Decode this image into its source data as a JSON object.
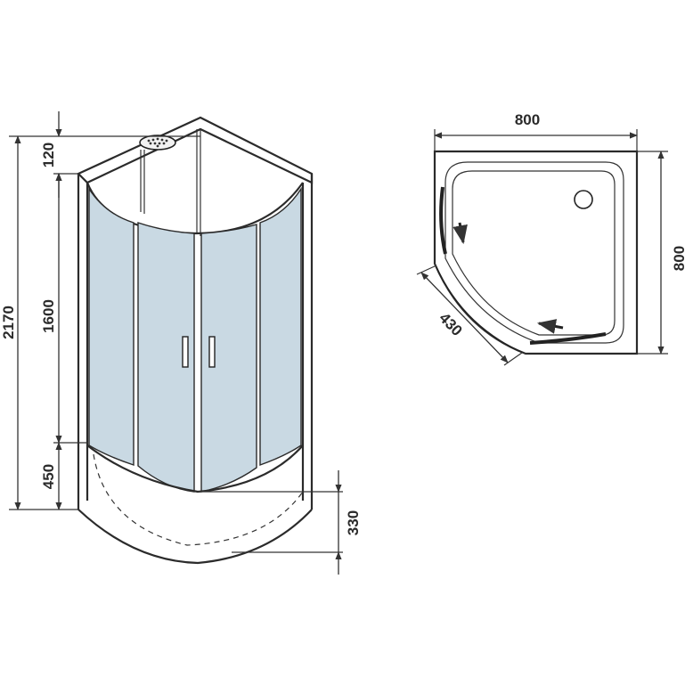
{
  "colors": {
    "glass": "#c9d9e3",
    "line": "#2b2b2b",
    "background": "#ffffff"
  },
  "front_view": {
    "total_height_label": "2170",
    "top_height_label": "120",
    "glass_height_label": "1600",
    "tray_height_label": "450",
    "tray_depth_label": "330"
  },
  "plan_view": {
    "width_label": "800",
    "depth_label": "800",
    "door_opening_label": "430"
  }
}
